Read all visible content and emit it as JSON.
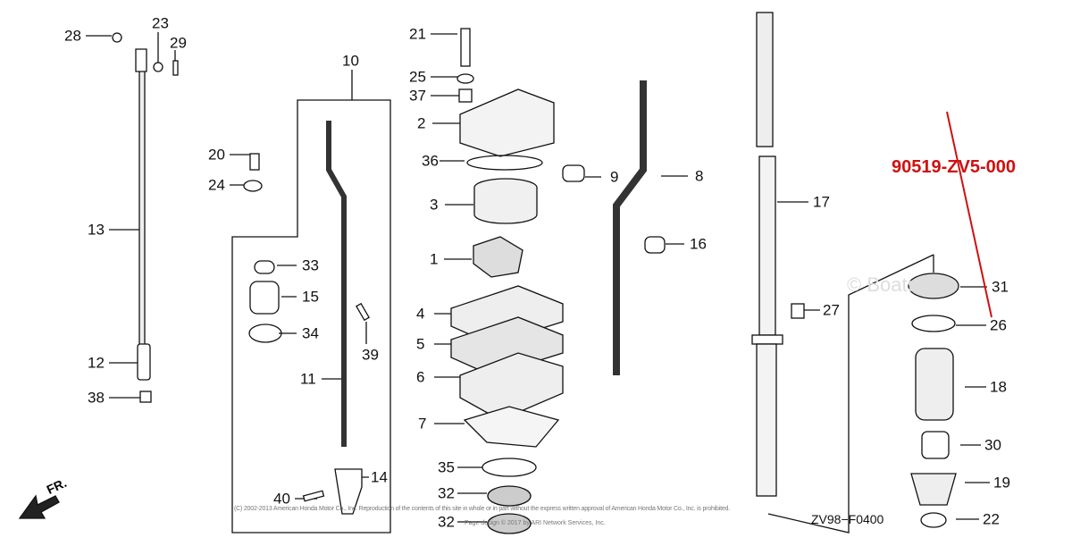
{
  "diagram": {
    "callouts": [
      "28",
      "23",
      "29",
      "10",
      "21",
      "25",
      "37",
      "2",
      "36",
      "9",
      "8",
      "3",
      "20",
      "24",
      "13",
      "17",
      "16",
      "1",
      "33",
      "15",
      "34",
      "39",
      "4",
      "5",
      "6",
      "11",
      "12",
      "38",
      "7",
      "31",
      "26",
      "27",
      "18",
      "30",
      "19",
      "22",
      "14",
      "40",
      "35",
      "32",
      "32"
    ],
    "highlighted_part_number": "90519-ZV5-000",
    "diagram_code": "ZV98−F0400",
    "front_indicator": "FR.",
    "watermark": "© Boats.net",
    "copyright": "(C) 2002-2013 American Honda Motor Co., Inc. Reproduction of the contents of this site in whole or in part without the express written approval of American Honda Motor Co., Inc. is prohibited.",
    "copyright2": "Page design © 2017 by ARI Network Services, Inc.",
    "highlight_color": "#d01010"
  }
}
